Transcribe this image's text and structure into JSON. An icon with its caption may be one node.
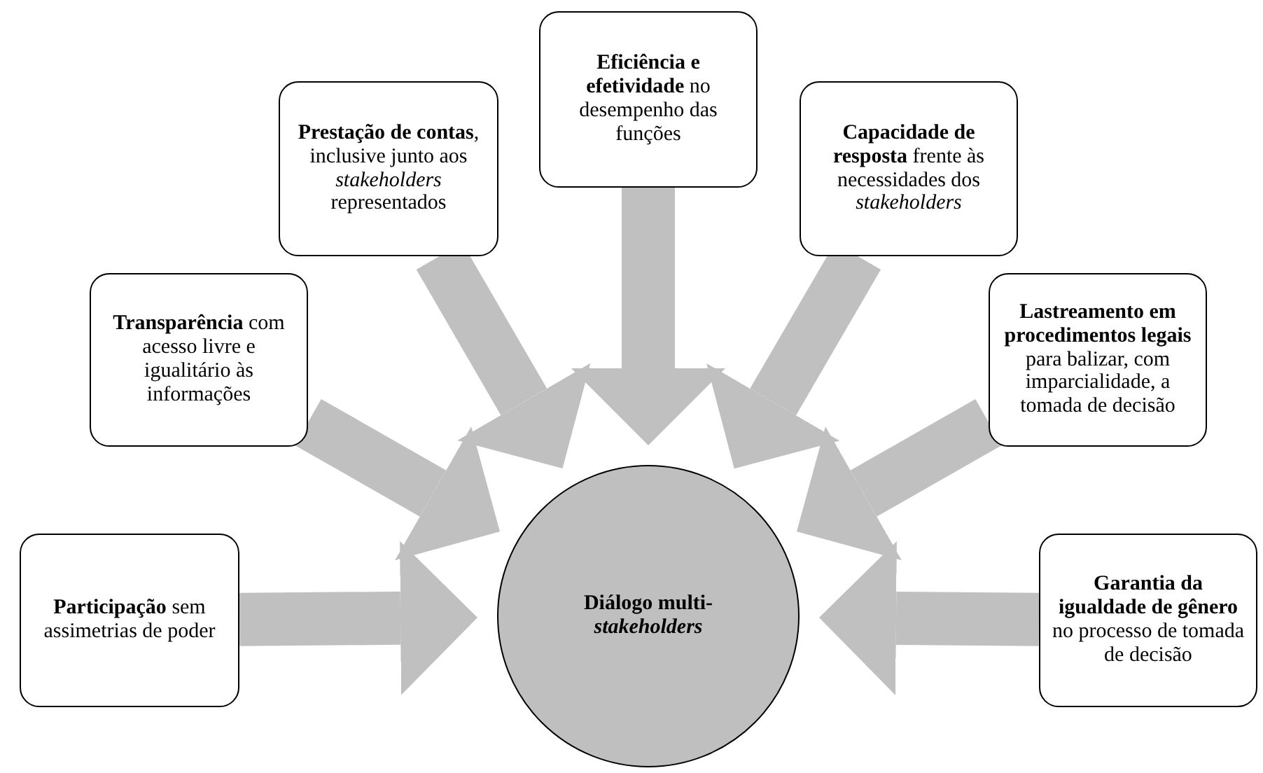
{
  "diagram": {
    "nodes": [
      {
        "text": [
          "**Eficiência e efetividade** no desempenho das funções"
        ]
      },
      {
        "text": [
          "**Prestação de contas**, inclusive junto aos *stakeholders* representados"
        ]
      },
      {
        "text": [
          "**Capacidade de resposta** frente às necessidades dos *stakeholders*"
        ]
      },
      {
        "text": [
          "**Transparência** com acesso livre e igualitário às informações"
        ]
      },
      {
        "text": [
          "**Lastreamento em procedimentos legais** para balizar, com imparcialidade, a tomada de decisão"
        ]
      },
      {
        "text": [
          "**Participação** sem assimetrias de poder"
        ]
      },
      {
        "text": [
          "Diálogo multi-*stakeholders*"
        ]
      },
      {
        "text": [
          "**Garantia da igualdade de gênero** no processo de tomada de decisão"
        ]
      }
    ],
    "edges": [
      {
        "from": 0,
        "to": 6,
        "arrow": "to"
      },
      {
        "from": 1,
        "to": 6,
        "arrow": "to"
      },
      {
        "from": 2,
        "to": 6,
        "arrow": "to"
      },
      {
        "from": 3,
        "to": 6,
        "arrow": "to"
      },
      {
        "from": 4,
        "to": 6,
        "arrow": "to"
      },
      {
        "from": 5,
        "to": 6,
        "arrow": "to"
      },
      {
        "from": 7,
        "to": 6,
        "arrow": "to"
      }
    ]
  }
}
